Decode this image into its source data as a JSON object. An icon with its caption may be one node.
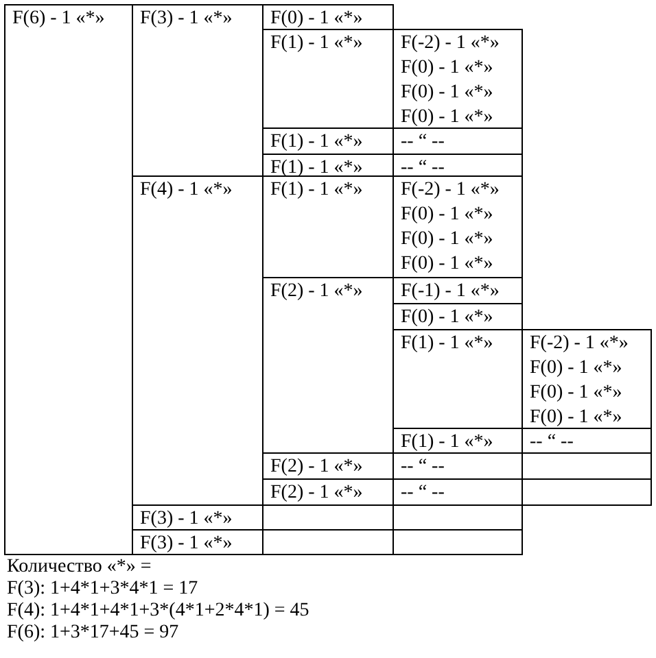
{
  "diagram": {
    "labels": [
      "F(6) - 1 «*»",
      "F(3) - 1 «*»",
      "F(0) - 1 «*»",
      "F(1) - 1 «*»",
      "F(-2) - 1 «*»",
      "F(0) - 1 «*»",
      "F(0) - 1 «*»",
      "F(0) - 1 «*»",
      "F(1) - 1 «*»",
      "-- “ --",
      "F(1) - 1 «*»",
      "-- “ --",
      "F(4) - 1 «*»",
      "F(1) - 1 «*»",
      "F(-2) - 1 «*»",
      "F(0) - 1 «*»",
      "F(0) - 1 «*»",
      "F(0) - 1 «*»",
      "F(2) - 1 «*»",
      "F(-1) - 1 «*»",
      "F(0) - 1 «*»",
      "F(1) - 1 «*»",
      "F(-2) - 1 «*»",
      "F(0) - 1 «*»",
      "F(0) - 1 «*»",
      "F(0) - 1 «*»",
      "F(1) - 1 «*»",
      "-- “ --",
      "F(2) - 1 «*»",
      "-- “ --",
      "F(2) - 1 «*»",
      "-- “ --",
      "F(3) - 1 «*»",
      "F(3) - 1 «*»",
      "Количество «*» =",
      "F(3): 1+4*1+3*4*1 = 17",
      "F(4): 1+4*1+4*1+3*(4*1+2*4*1) = 45",
      "F(6): 1+3*17+45 = 97"
    ]
  }
}
